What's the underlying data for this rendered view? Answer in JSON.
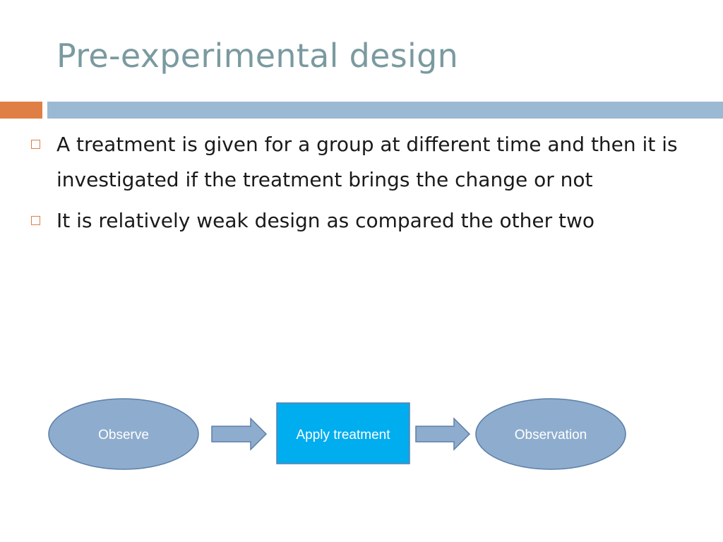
{
  "slide": {
    "title": "Pre-experimental design",
    "bullets": [
      "A treatment is given for a group at different time and then it is investigated if the treatment brings the change or not",
      "It is relatively weak design as compared the other two"
    ]
  },
  "diagram": {
    "nodes": [
      {
        "label": "Observe",
        "shape": "ellipse"
      },
      {
        "label": "Apply treatment",
        "shape": "rectangle"
      },
      {
        "label": "Observation",
        "shape": "ellipse"
      }
    ]
  },
  "colors": {
    "title": "#7a9aa0",
    "accent_orange": "#e07f45",
    "band_blue": "#9cb9d3",
    "node_blue": "#8eadce",
    "node_highlight": "#00adef"
  }
}
